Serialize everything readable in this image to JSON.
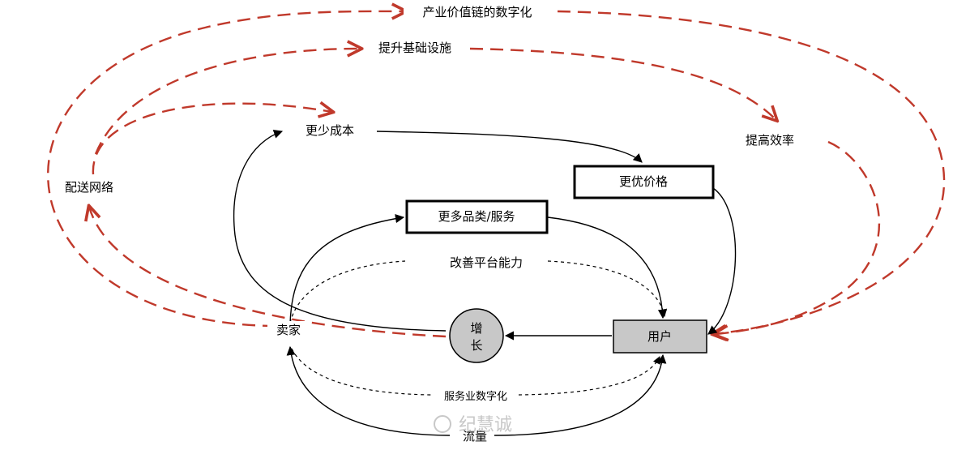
{
  "nodes": {
    "industry_digitization": "产业价值链的数字化",
    "infrastructure": "提升基础设施",
    "lower_cost": "更少成本",
    "efficiency": "提高效率",
    "delivery_network": "配送网络",
    "better_price": "更优价格",
    "more_categories": "更多品类/服务",
    "platform": "改善平台能力",
    "seller": "卖家",
    "growth": "增\n长",
    "user": "用户",
    "service_digitization": "服务业数字化",
    "traffic": "流量"
  },
  "watermark": "纪慧诚",
  "colors": {
    "red_dashed": "#c0392b",
    "box_gray": "#c8c8c8",
    "circle_gray": "#c8c8c8",
    "line": "#000000"
  }
}
